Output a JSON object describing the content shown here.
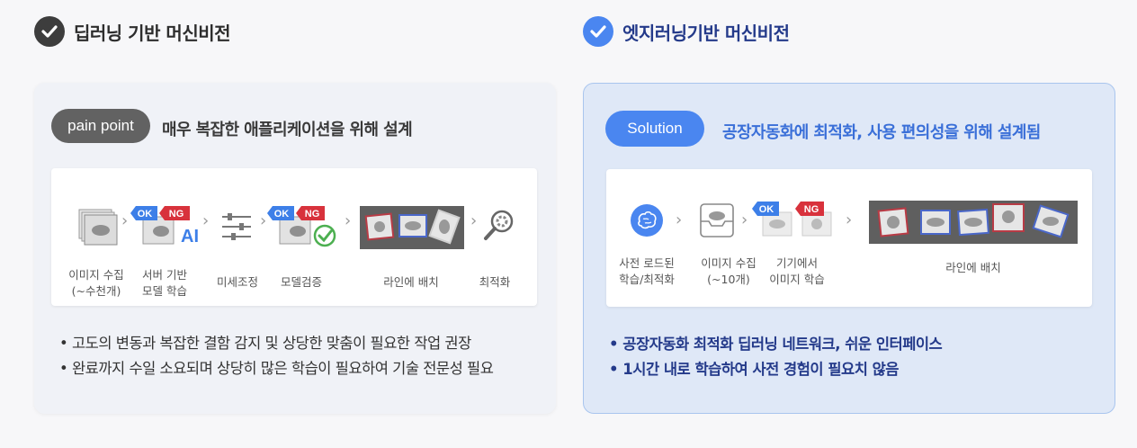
{
  "left": {
    "heading": "딥러닝 기반 머신비전",
    "pill": "pain point",
    "pill_desc": "매우 복잡한 애플리케이션을 위해 설계",
    "steps": [
      {
        "label": "이미지 수집\n(~수천개)",
        "icon": "image-stack-icon"
      },
      {
        "label": "서버 기반\n모델 학습",
        "icon": "ok-ng-ai-icon"
      },
      {
        "label": "미세조정",
        "icon": "sliders-icon"
      },
      {
        "label": "모델검증",
        "icon": "ok-ng-verify-icon"
      },
      {
        "label": "라인에 배치",
        "icon": "line-samples-icon"
      },
      {
        "label": "최적화",
        "icon": "magnifier-gear-icon"
      }
    ],
    "bullets": [
      "• 고도의 변동과 복잡한 결함 감지 및 상당한 맞춤이 필요한 작업 권장",
      "• 완료까지 수일 소요되며 상당히 많은 학습이 필요하여 기술 전문성 필요"
    ]
  },
  "right": {
    "heading": "엣지러닝기반 머신비전",
    "pill": "Solution",
    "pill_desc": "공장자동화에 최적화,  사용 편의성을 위해 설계됨",
    "steps": [
      {
        "label": "사전 로드된\n학습/최적화",
        "icon": "brain-icon"
      },
      {
        "label": "이미지 수집\n(~10개)",
        "icon": "tray-icon"
      },
      {
        "label": "기기에서\n이미지 학습",
        "icon": "ok-ng-icon"
      },
      {
        "label": "라인에 배치",
        "icon": "line-samples-icon"
      }
    ],
    "bullets": [
      "• 공장자동화 최적화 딥러닝 네트워크, 쉬운 인터페이스",
      "• 1시간 내로 학습하여 사전 경험이 필요치 않음"
    ]
  },
  "badges": {
    "ok": "OK",
    "ng": "NG",
    "ai": "AI"
  },
  "colors": {
    "accent": "#4a86f0",
    "dark": "#3d3d3d",
    "ok": "#3d7fe8",
    "ng": "#d8323c",
    "navy": "#243a8a"
  }
}
